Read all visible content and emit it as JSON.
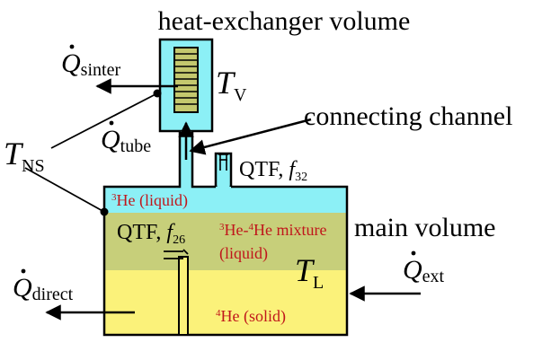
{
  "title": "heat-exchanger volume",
  "labels": {
    "connecting_channel": "connecting channel",
    "main_volume": "main volume",
    "T_V": {
      "sym": "T",
      "sub": "V"
    },
    "T_NS": {
      "sym": "T",
      "sub": "NS"
    },
    "T_L": {
      "sym": "T",
      "sub": "L"
    },
    "Q_sinter": {
      "sym": "Q",
      "sub": "sinter"
    },
    "Q_tube": {
      "sym": "Q",
      "sub": "tube"
    },
    "Q_direct": {
      "sym": "Q",
      "sub": "direct"
    },
    "Q_ext": {
      "sym": "Q",
      "sub": "ext"
    },
    "qtf32": {
      "text": "QTF, ",
      "f": "f",
      "sub": "32"
    },
    "qtf26": {
      "text": "QTF, ",
      "f": "f",
      "sub": "26"
    }
  },
  "phases": {
    "he3_liquid": {
      "sup": "3",
      "text": "He (liquid)"
    },
    "mixture_line1": {
      "sup1": "3",
      "text1": "He-",
      "sup2": "4",
      "text2": "He mixture"
    },
    "mixture_line2": "(liquid)",
    "he4_solid": {
      "sup": "4",
      "text": "He (solid)"
    }
  },
  "colors": {
    "cyan": "#8cf0f6",
    "mixture": "#c7cf7a",
    "solid": "#fbf27a",
    "sinter": "#c4c86e",
    "label_red": "#c0161b",
    "stroke": "#000000"
  }
}
